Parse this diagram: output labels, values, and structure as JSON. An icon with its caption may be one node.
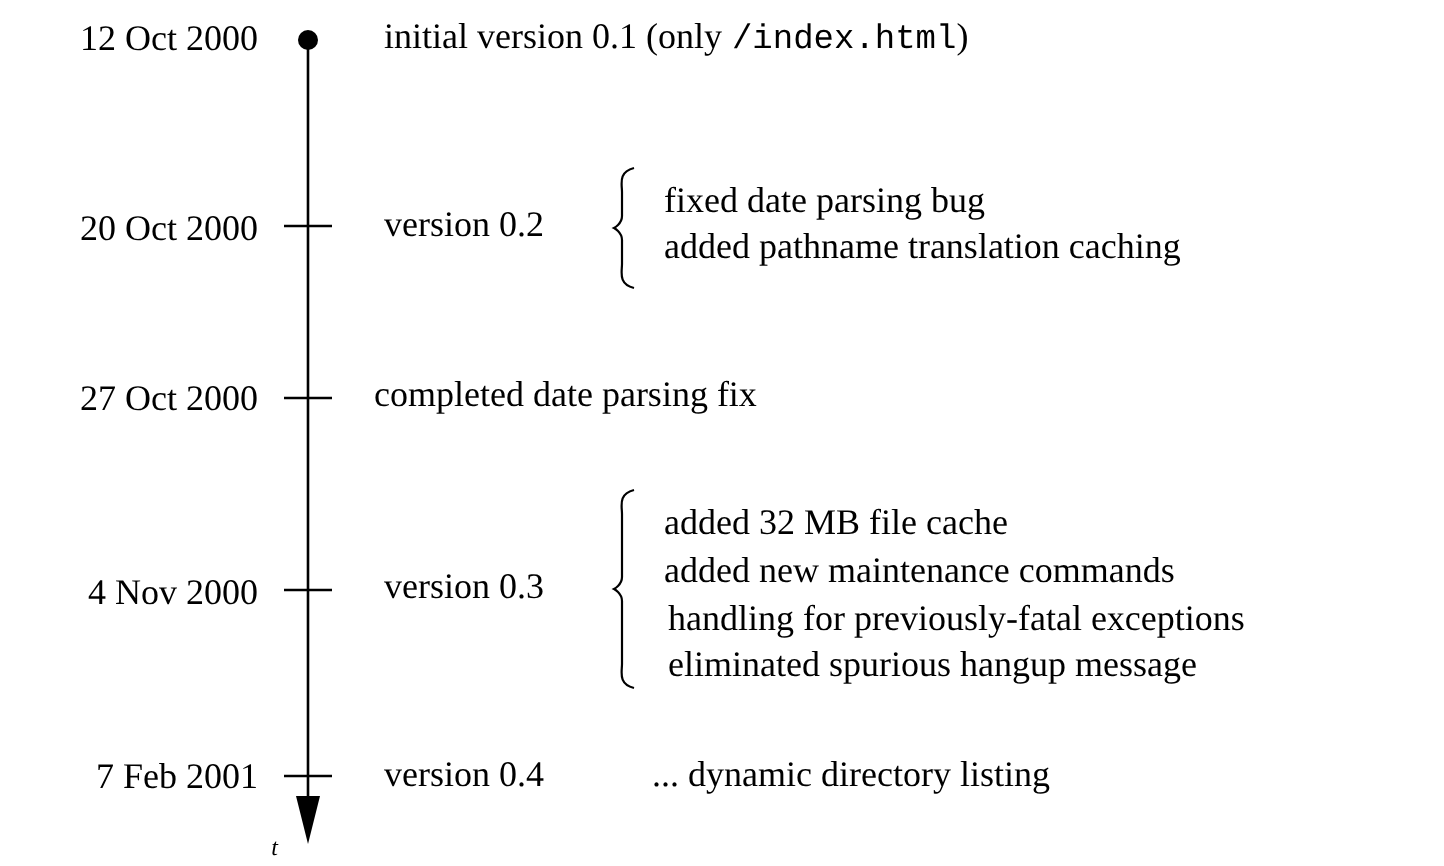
{
  "diagram": {
    "labels": [
      "12 Oct 2000",
      "initial version 0.1 (only",
      "/index.html",
      ")",
      "20 Oct 2000",
      "version 0.2",
      "fixed date parsing bug",
      "added pathname translation caching",
      "27 Oct 2000",
      "completed date parsing fix",
      "4 Nov 2000",
      "version 0.3",
      "added 32 MB file cache",
      "added new maintenance commands",
      "handling for previously-fatal exceptions",
      "eliminated spurious hangup message",
      "7 Feb 2001",
      "version 0.4",
      "... dynamic directory listing",
      "t"
    ]
  }
}
